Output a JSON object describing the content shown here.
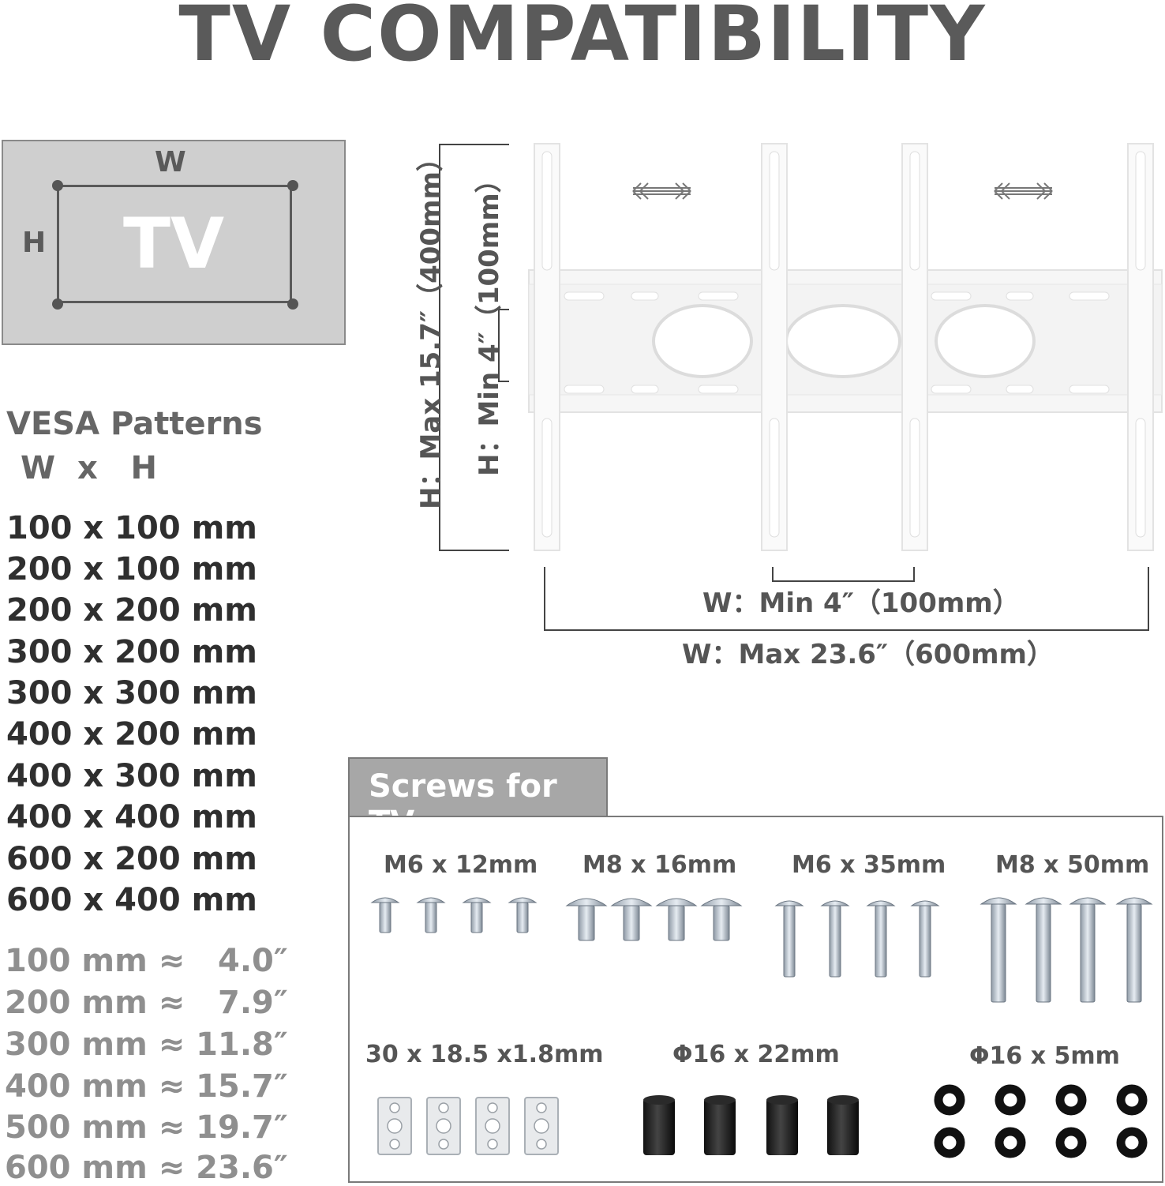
{
  "title": "TV  COMPATIBILITY",
  "tv_diagram": {
    "w_label": "W",
    "h_label": "H",
    "tv_label": "TV"
  },
  "vesa": {
    "heading": "VESA Patterns",
    "subheading": "W  x   H",
    "patterns": [
      "100 x 100 mm",
      "200 x 100 mm",
      "200 x 200 mm",
      "300 x 200 mm",
      "300 x 300 mm",
      "400 x 200 mm",
      "400 x 300 mm",
      "400 x 400 mm",
      "600 x 200 mm",
      "600 x 400 mm"
    ],
    "conversions": [
      "100 mm ≈   4.0″",
      "200 mm ≈   7.9″",
      "300 mm ≈ 11.8″",
      "400 mm ≈ 15.7″",
      "500 mm ≈ 19.7″",
      "600 mm ≈ 23.6″"
    ]
  },
  "mount": {
    "h_max": "H：Max  15.7″（400mm）",
    "h_min": "H：Min  4″（100mm）",
    "w_min": "W：Min  4″（100mm）",
    "w_max": "W：Max  23.6″（600mm）"
  },
  "screws": {
    "heading": "Screws for TV",
    "items": [
      "M6 x 12mm",
      "M8 x 16mm",
      "M6 x 35mm",
      "M8 x 50mm",
      "30 x 18.5 x1.8mm",
      "Φ16 x 22mm",
      "Φ16 x 5mm"
    ]
  }
}
